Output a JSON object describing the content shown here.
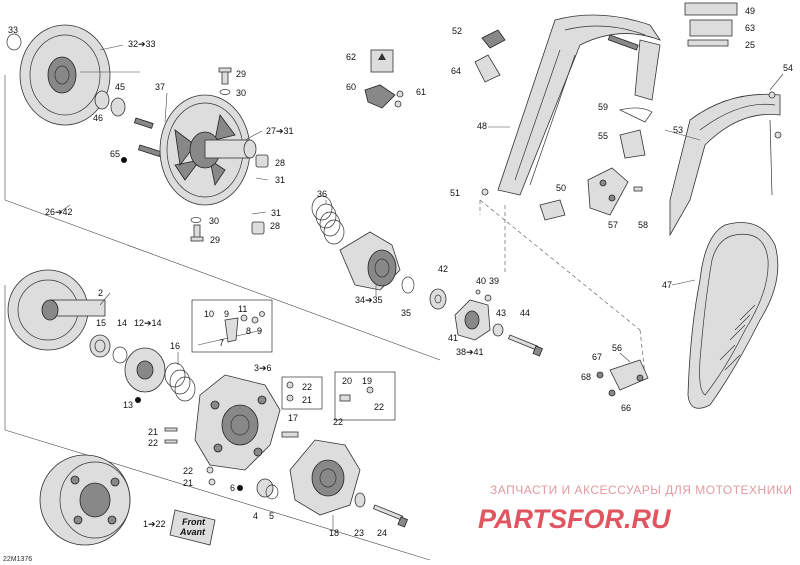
{
  "diagram_id": "22M1376",
  "callouts": [
    {
      "id": "c33",
      "text": "33"
    },
    {
      "id": "c32",
      "text": "32➔33"
    },
    {
      "id": "c45",
      "text": "45"
    },
    {
      "id": "c46",
      "text": "46"
    },
    {
      "id": "c37",
      "text": "37"
    },
    {
      "id": "c65",
      "text": "65"
    },
    {
      "id": "c29a",
      "text": "29"
    },
    {
      "id": "c30a",
      "text": "30"
    },
    {
      "id": "c27",
      "text": "27➔31"
    },
    {
      "id": "c28a",
      "text": "28"
    },
    {
      "id": "c31a",
      "text": "31"
    },
    {
      "id": "c26",
      "text": "26➔42"
    },
    {
      "id": "c36",
      "text": "36"
    },
    {
      "id": "c31b",
      "text": "31"
    },
    {
      "id": "c30b",
      "text": "30"
    },
    {
      "id": "c28b",
      "text": "28"
    },
    {
      "id": "c29b",
      "text": "29"
    },
    {
      "id": "c62",
      "text": "62"
    },
    {
      "id": "c60",
      "text": "60"
    },
    {
      "id": "c61",
      "text": "61"
    },
    {
      "id": "c52",
      "text": "52"
    },
    {
      "id": "c64",
      "text": "64"
    },
    {
      "id": "c48",
      "text": "48"
    },
    {
      "id": "c49",
      "text": "49"
    },
    {
      "id": "c63",
      "text": "63"
    },
    {
      "id": "c25",
      "text": "25"
    },
    {
      "id": "c54",
      "text": "54"
    },
    {
      "id": "c59",
      "text": "59"
    },
    {
      "id": "c55",
      "text": "55"
    },
    {
      "id": "c53",
      "text": "53"
    },
    {
      "id": "c51",
      "text": "51"
    },
    {
      "id": "c50",
      "text": "50"
    },
    {
      "id": "c57",
      "text": "57"
    },
    {
      "id": "c58",
      "text": "58"
    },
    {
      "id": "c2",
      "text": "2"
    },
    {
      "id": "c15",
      "text": "15"
    },
    {
      "id": "c14",
      "text": "14"
    },
    {
      "id": "c12",
      "text": "12➔14"
    },
    {
      "id": "c10",
      "text": "10"
    },
    {
      "id": "c9a",
      "text": "9"
    },
    {
      "id": "c11",
      "text": "11"
    },
    {
      "id": "c8",
      "text": "8"
    },
    {
      "id": "c9b",
      "text": "9"
    },
    {
      "id": "c7",
      "text": "7"
    },
    {
      "id": "c34",
      "text": "34➔35"
    },
    {
      "id": "c35",
      "text": "35"
    },
    {
      "id": "c42",
      "text": "42"
    },
    {
      "id": "c40",
      "text": "40"
    },
    {
      "id": "c39",
      "text": "39"
    },
    {
      "id": "c43",
      "text": "43"
    },
    {
      "id": "c44",
      "text": "44"
    },
    {
      "id": "c41",
      "text": "41"
    },
    {
      "id": "c38",
      "text": "38➔41"
    },
    {
      "id": "c47",
      "text": "47"
    },
    {
      "id": "c16",
      "text": "16"
    },
    {
      "id": "c3",
      "text": "3➔6"
    },
    {
      "id": "c13",
      "text": "13"
    },
    {
      "id": "c22a",
      "text": "22"
    },
    {
      "id": "c21a",
      "text": "21"
    },
    {
      "id": "c20",
      "text": "20"
    },
    {
      "id": "c19",
      "text": "19"
    },
    {
      "id": "c22b",
      "text": "22"
    },
    {
      "id": "c22c",
      "text": "22"
    },
    {
      "id": "c17",
      "text": "17"
    },
    {
      "id": "c21b",
      "text": "21"
    },
    {
      "id": "c22d",
      "text": "22"
    },
    {
      "id": "c22e",
      "text": "22"
    },
    {
      "id": "c21c",
      "text": "21"
    },
    {
      "id": "c6",
      "text": "6"
    },
    {
      "id": "c4",
      "text": "4"
    },
    {
      "id": "c5",
      "text": "5"
    },
    {
      "id": "c18",
      "text": "18"
    },
    {
      "id": "c23",
      "text": "23"
    },
    {
      "id": "c24",
      "text": "24"
    },
    {
      "id": "c1",
      "text": "1➔22"
    },
    {
      "id": "c56",
      "text": "56"
    },
    {
      "id": "c67",
      "text": "67"
    },
    {
      "id": "c68",
      "text": "68"
    },
    {
      "id": "c66",
      "text": "66"
    }
  ],
  "front_tag": {
    "line1": "Front",
    "line2": "Avant"
  },
  "watermark": {
    "line1": "ЗАПЧАСТИ И АКСЕССУАРЫ ДЛЯ МОТОТЕХНИКИ",
    "line2": "PARTSFOR.RU"
  }
}
